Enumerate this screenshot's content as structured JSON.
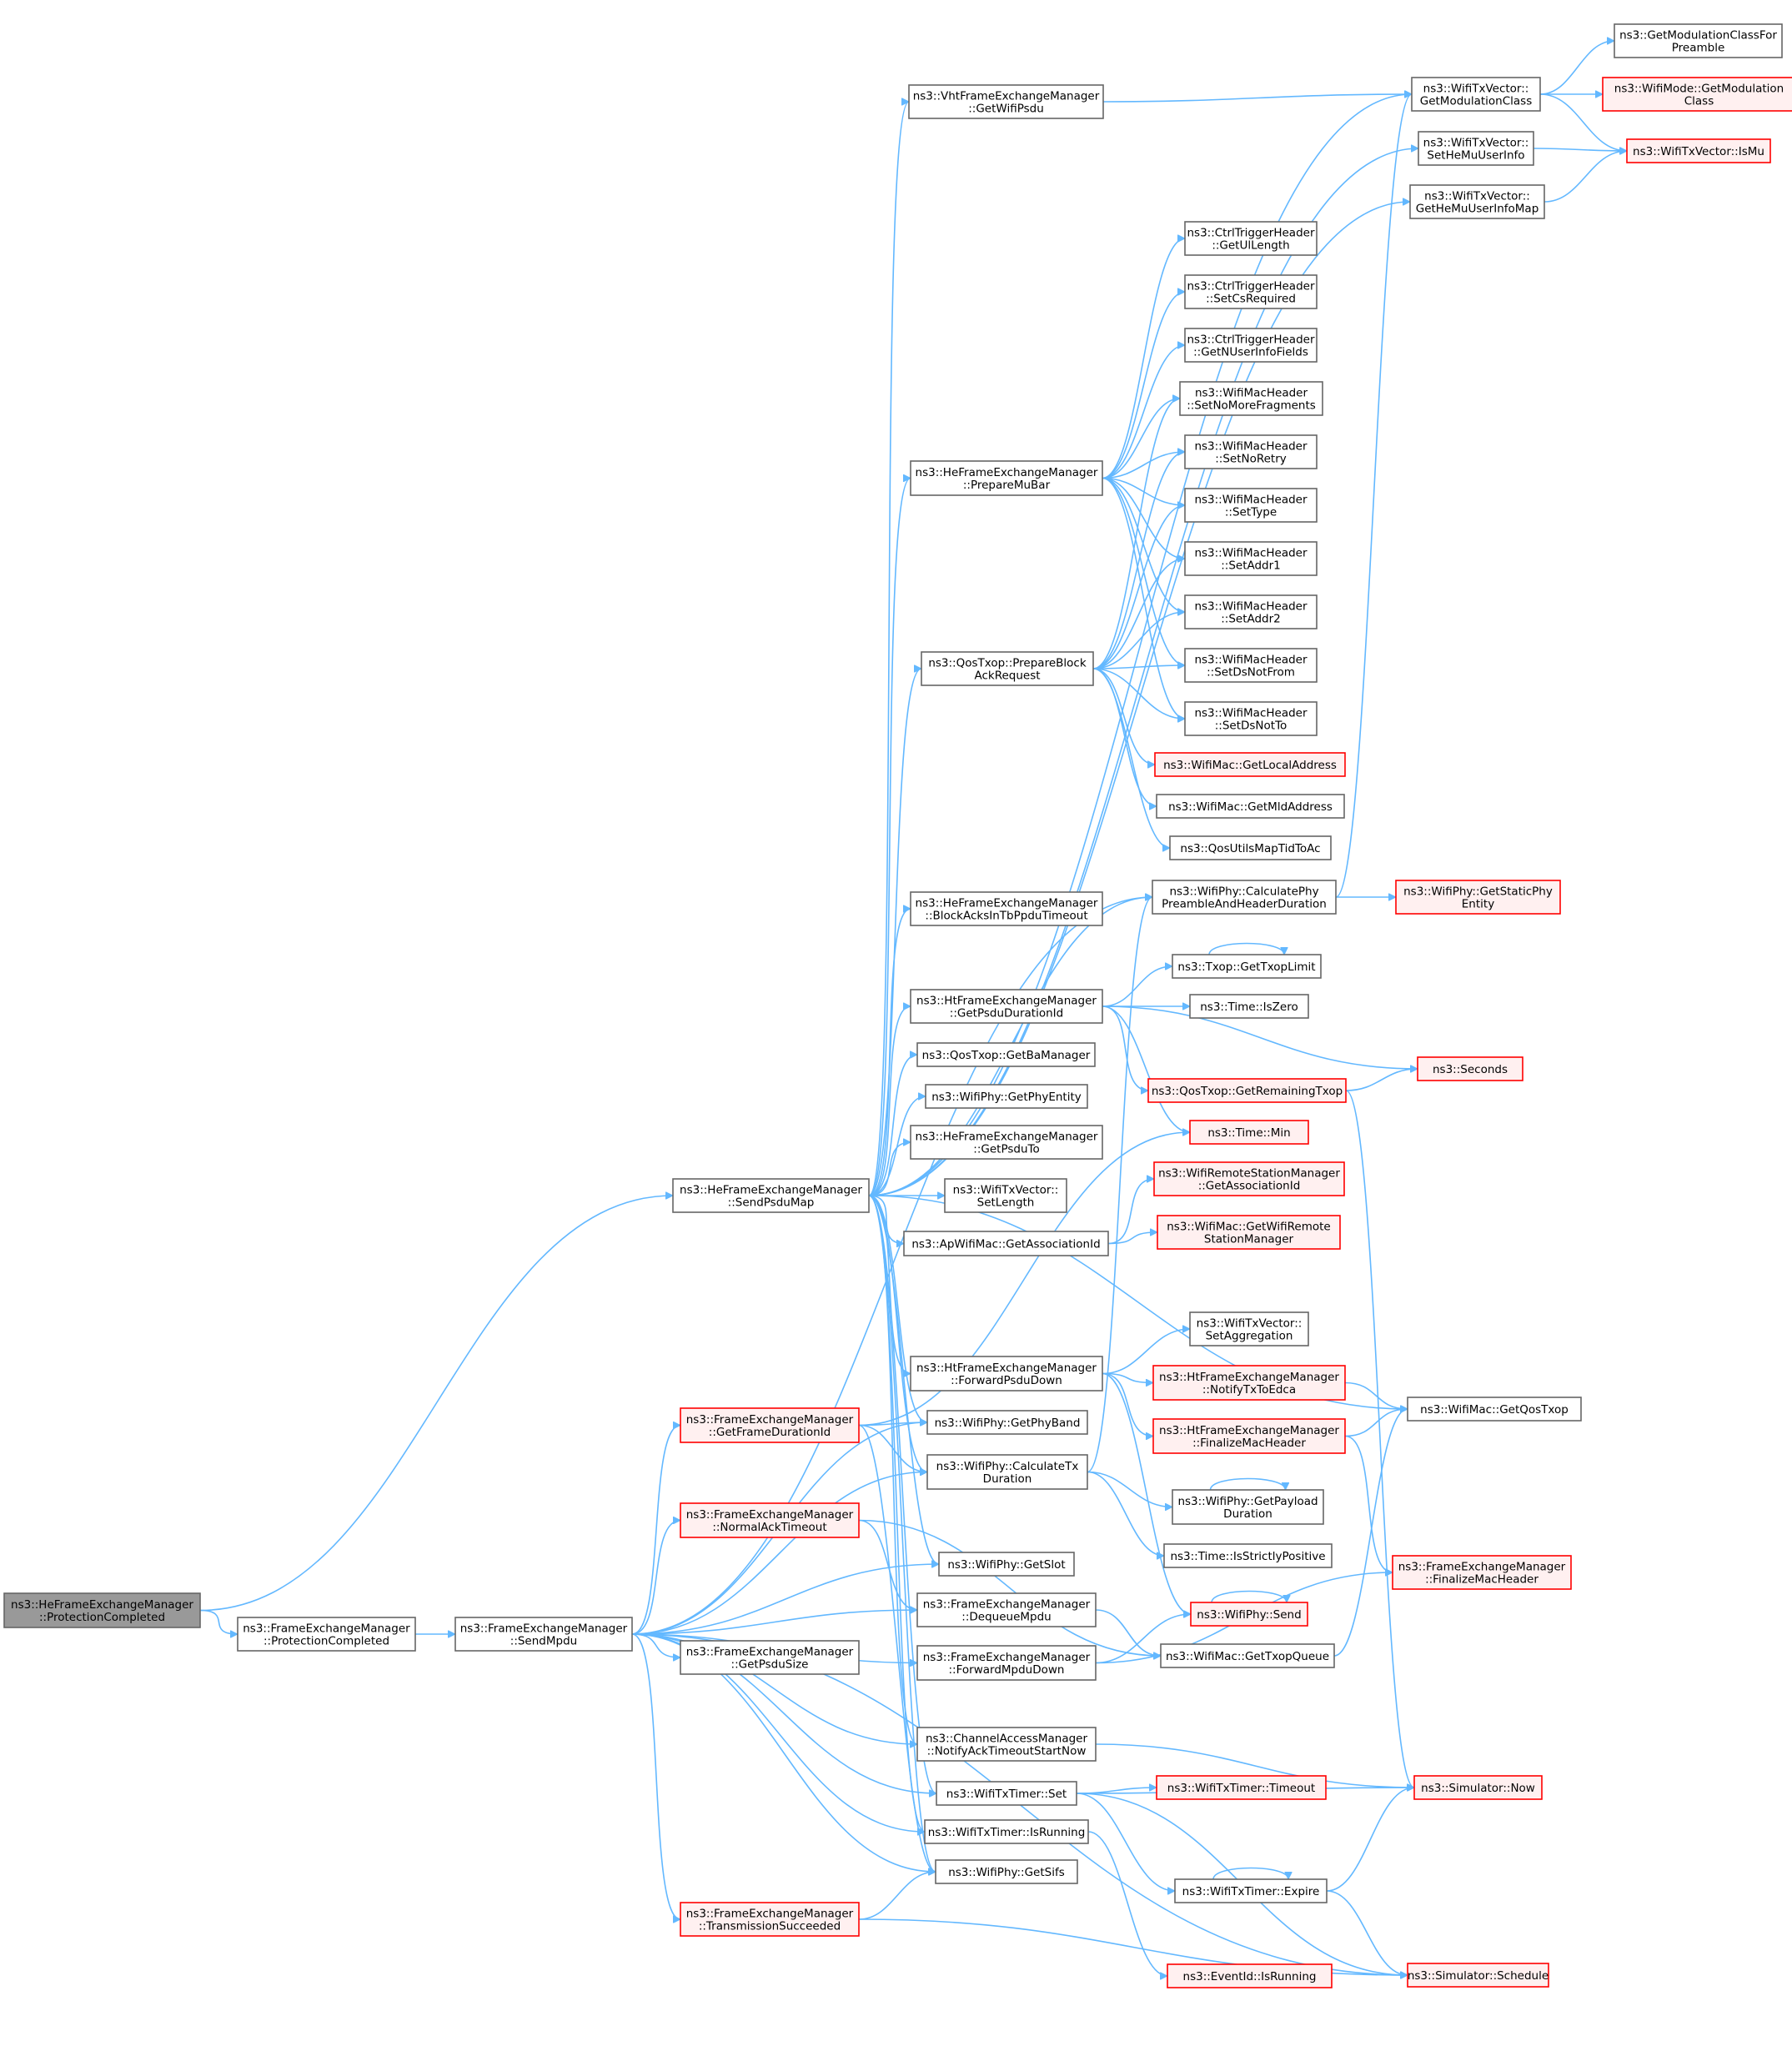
{
  "nodes": [
    {
      "id": "root",
      "lines": [
        "ns3::HeFrameExchangeManager",
        "::ProtectionCompleted"
      ],
      "style": "root"
    },
    {
      "id": "fem_pc",
      "lines": [
        "ns3::FrameExchangeManager",
        "::ProtectionCompleted"
      ],
      "style": "normal"
    },
    {
      "id": "fem_sendmpdu",
      "lines": [
        "ns3::FrameExchangeManager",
        "::SendMpdu"
      ],
      "style": "normal"
    },
    {
      "id": "hefem_sendpsdumap",
      "lines": [
        "ns3::HeFrameExchangeManager",
        "::SendPsduMap"
      ],
      "style": "normal"
    },
    {
      "id": "fem_getframeduration",
      "lines": [
        "ns3::FrameExchangeManager",
        "::GetFrameDurationId"
      ],
      "style": "red"
    },
    {
      "id": "fem_normalack",
      "lines": [
        "ns3::FrameExchangeManager",
        "::NormalAckTimeout"
      ],
      "style": "red"
    },
    {
      "id": "fem_getpsdusize",
      "lines": [
        "ns3::FrameExchangeManager",
        "::GetPsduSize"
      ],
      "style": "normal"
    },
    {
      "id": "fem_transsucc",
      "lines": [
        "ns3::FrameExchangeManager",
        "::TransmissionSucceeded"
      ],
      "style": "red"
    },
    {
      "id": "vht_getwifipsdu",
      "lines": [
        "ns3::VhtFrameExchangeManager",
        "::GetWifiPsdu"
      ],
      "style": "normal"
    },
    {
      "id": "he_preparemubar",
      "lines": [
        "ns3::HeFrameExchangeManager",
        "::PrepareMuBar"
      ],
      "style": "normal"
    },
    {
      "id": "qos_prepareblock",
      "lines": [
        "ns3::QosTxop::PrepareBlock",
        "AckRequest"
      ],
      "style": "normal"
    },
    {
      "id": "he_blockacks",
      "lines": [
        "ns3::HeFrameExchangeManager",
        "::BlockAcksInTbPpduTimeout"
      ],
      "style": "normal"
    },
    {
      "id": "ht_getpsdudur",
      "lines": [
        "ns3::HtFrameExchangeManager",
        "::GetPsduDurationId"
      ],
      "style": "normal"
    },
    {
      "id": "qos_getbamanager",
      "lines": [
        "ns3::QosTxop::GetBaManager"
      ],
      "style": "normal"
    },
    {
      "id": "phy_getphyentity",
      "lines": [
        "ns3::WifiPhy::GetPhyEntity"
      ],
      "style": "normal"
    },
    {
      "id": "he_getpsduto",
      "lines": [
        "ns3::HeFrameExchangeManager",
        "::GetPsduTo"
      ],
      "style": "normal"
    },
    {
      "id": "txv_setlength",
      "lines": [
        "ns3::WifiTxVector::",
        "SetLength"
      ],
      "style": "normal"
    },
    {
      "id": "ap_getassoc",
      "lines": [
        "ns3::ApWifiMac::GetAssociationId"
      ],
      "style": "normal"
    },
    {
      "id": "ht_forwardpsdu",
      "lines": [
        "ns3::HtFrameExchangeManager",
        "::ForwardPsduDown"
      ],
      "style": "normal"
    },
    {
      "id": "phy_getphyband",
      "lines": [
        "ns3::WifiPhy::GetPhyBand"
      ],
      "style": "normal"
    },
    {
      "id": "phy_calctx",
      "lines": [
        "ns3::WifiPhy::CalculateTx",
        "Duration"
      ],
      "style": "normal"
    },
    {
      "id": "phy_getslot",
      "lines": [
        "ns3::WifiPhy::GetSlot"
      ],
      "style": "normal"
    },
    {
      "id": "fem_dequeue",
      "lines": [
        "ns3::FrameExchangeManager",
        "::DequeueMpdu"
      ],
      "style": "normal"
    },
    {
      "id": "fem_forwardmpdu",
      "lines": [
        "ns3::FrameExchangeManager",
        "::ForwardMpduDown"
      ],
      "style": "normal"
    },
    {
      "id": "cam_notify",
      "lines": [
        "ns3::ChannelAccessManager",
        "::NotifyAckTimeoutStartNow"
      ],
      "style": "normal"
    },
    {
      "id": "timer_set",
      "lines": [
        "ns3::WifiTxTimer::Set"
      ],
      "style": "normal"
    },
    {
      "id": "timer_isrunning",
      "lines": [
        "ns3::WifiTxTimer::IsRunning"
      ],
      "style": "normal"
    },
    {
      "id": "phy_getsifs",
      "lines": [
        "ns3::WifiPhy::GetSifs"
      ],
      "style": "normal"
    },
    {
      "id": "txv_getmodclass",
      "lines": [
        "ns3::WifiTxVector::",
        "GetModulationClass"
      ],
      "style": "normal"
    },
    {
      "id": "txv_sethemu",
      "lines": [
        "ns3::WifiTxVector::",
        "SetHeMuUserInfo"
      ],
      "style": "normal"
    },
    {
      "id": "txv_gethemumap",
      "lines": [
        "ns3::WifiTxVector::",
        "GetHeMuUserInfoMap"
      ],
      "style": "normal"
    },
    {
      "id": "ctrl_getul",
      "lines": [
        "ns3::CtrlTriggerHeader",
        "::GetUlLength"
      ],
      "style": "normal"
    },
    {
      "id": "ctrl_setcs",
      "lines": [
        "ns3::CtrlTriggerHeader",
        "::SetCsRequired"
      ],
      "style": "normal"
    },
    {
      "id": "ctrl_getnuser",
      "lines": [
        "ns3::CtrlTriggerHeader",
        "::GetNUserInfoFields"
      ],
      "style": "normal"
    },
    {
      "id": "mh_setnomore",
      "lines": [
        "ns3::WifiMacHeader",
        "::SetNoMoreFragments"
      ],
      "style": "normal"
    },
    {
      "id": "mh_setnoretry",
      "lines": [
        "ns3::WifiMacHeader",
        "::SetNoRetry"
      ],
      "style": "normal"
    },
    {
      "id": "mh_settype",
      "lines": [
        "ns3::WifiMacHeader",
        "::SetType"
      ],
      "style": "normal"
    },
    {
      "id": "mh_setaddr1",
      "lines": [
        "ns3::WifiMacHeader",
        "::SetAddr1"
      ],
      "style": "normal"
    },
    {
      "id": "mh_setaddr2",
      "lines": [
        "ns3::WifiMacHeader",
        "::SetAddr2"
      ],
      "style": "normal"
    },
    {
      "id": "mh_setdsnotfrom",
      "lines": [
        "ns3::WifiMacHeader",
        "::SetDsNotFrom"
      ],
      "style": "normal"
    },
    {
      "id": "mh_setdsnotto",
      "lines": [
        "ns3::WifiMacHeader",
        "::SetDsNotTo"
      ],
      "style": "normal"
    },
    {
      "id": "mac_getlocal",
      "lines": [
        "ns3::WifiMac::GetLocalAddress"
      ],
      "style": "red"
    },
    {
      "id": "mac_getmld",
      "lines": [
        "ns3::WifiMac::GetMldAddress"
      ],
      "style": "normal"
    },
    {
      "id": "qosutils",
      "lines": [
        "ns3::QosUtilsMapTidToAc"
      ],
      "style": "normal"
    },
    {
      "id": "phy_calcpreamble",
      "lines": [
        "ns3::WifiPhy::CalculatePhy",
        "PreambleAndHeaderDuration"
      ],
      "style": "normal"
    },
    {
      "id": "txop_gettxoplimit",
      "lines": [
        "ns3::Txop::GetTxopLimit"
      ],
      "style": "normal"
    },
    {
      "id": "time_iszero",
      "lines": [
        "ns3::Time::IsZero"
      ],
      "style": "normal"
    },
    {
      "id": "qos_getremaining",
      "lines": [
        "ns3::QosTxop::GetRemainingTxop"
      ],
      "style": "red"
    },
    {
      "id": "time_min",
      "lines": [
        "ns3::Time::Min"
      ],
      "style": "red"
    },
    {
      "id": "wrsm_getassoc",
      "lines": [
        "ns3::WifiRemoteStationManager",
        "::GetAssociationId"
      ],
      "style": "red"
    },
    {
      "id": "mac_getwrsm",
      "lines": [
        "ns3::WifiMac::GetWifiRemote",
        "StationManager"
      ],
      "style": "red"
    },
    {
      "id": "txv_setagg",
      "lines": [
        "ns3::WifiTxVector::",
        "SetAggregation"
      ],
      "style": "normal"
    },
    {
      "id": "ht_notifytx",
      "lines": [
        "ns3::HtFrameExchangeManager",
        "::NotifyTxToEdca"
      ],
      "style": "red"
    },
    {
      "id": "ht_finalize",
      "lines": [
        "ns3::HtFrameExchangeManager",
        "::FinalizeMacHeader"
      ],
      "style": "red"
    },
    {
      "id": "phy_getpayload",
      "lines": [
        "ns3::WifiPhy::GetPayload",
        "Duration"
      ],
      "style": "normal"
    },
    {
      "id": "time_isstrict",
      "lines": [
        "ns3::Time::IsStrictlyPositive"
      ],
      "style": "normal"
    },
    {
      "id": "phy_send",
      "lines": [
        "ns3::WifiPhy::Send"
      ],
      "style": "red"
    },
    {
      "id": "mac_gettxopqueue",
      "lines": [
        "ns3::WifiMac::GetTxopQueue"
      ],
      "style": "normal"
    },
    {
      "id": "timer_timeout",
      "lines": [
        "ns3::WifiTxTimer::Timeout"
      ],
      "style": "red"
    },
    {
      "id": "timer_expire",
      "lines": [
        "ns3::WifiTxTimer::Expire"
      ],
      "style": "normal"
    },
    {
      "id": "eventid_isrunning",
      "lines": [
        "ns3::EventId::IsRunning"
      ],
      "style": "red"
    },
    {
      "id": "getmodclassforpre",
      "lines": [
        "ns3::GetModulationClassFor",
        "Preamble"
      ],
      "style": "normal"
    },
    {
      "id": "mode_getmodclass",
      "lines": [
        "ns3::WifiMode::GetModulation",
        "Class"
      ],
      "style": "red"
    },
    {
      "id": "txv_ismu",
      "lines": [
        "ns3::WifiTxVector::IsMu"
      ],
      "style": "red"
    },
    {
      "id": "phy_getstaticphy",
      "lines": [
        "ns3::WifiPhy::GetStaticPhy",
        "Entity"
      ],
      "style": "red"
    },
    {
      "id": "ns3_seconds",
      "lines": [
        "ns3::Seconds"
      ],
      "style": "red"
    },
    {
      "id": "mac_getqostxop",
      "lines": [
        "ns3::WifiMac::GetQosTxop"
      ],
      "style": "normal"
    },
    {
      "id": "fem_finalize",
      "lines": [
        "ns3::FrameExchangeManager",
        "::FinalizeMacHeader"
      ],
      "style": "red"
    },
    {
      "id": "sim_now",
      "lines": [
        "ns3::Simulator::Now"
      ],
      "style": "red"
    },
    {
      "id": "sim_schedule",
      "lines": [
        "ns3::Simulator::Schedule"
      ],
      "style": "red"
    }
  ]
}
